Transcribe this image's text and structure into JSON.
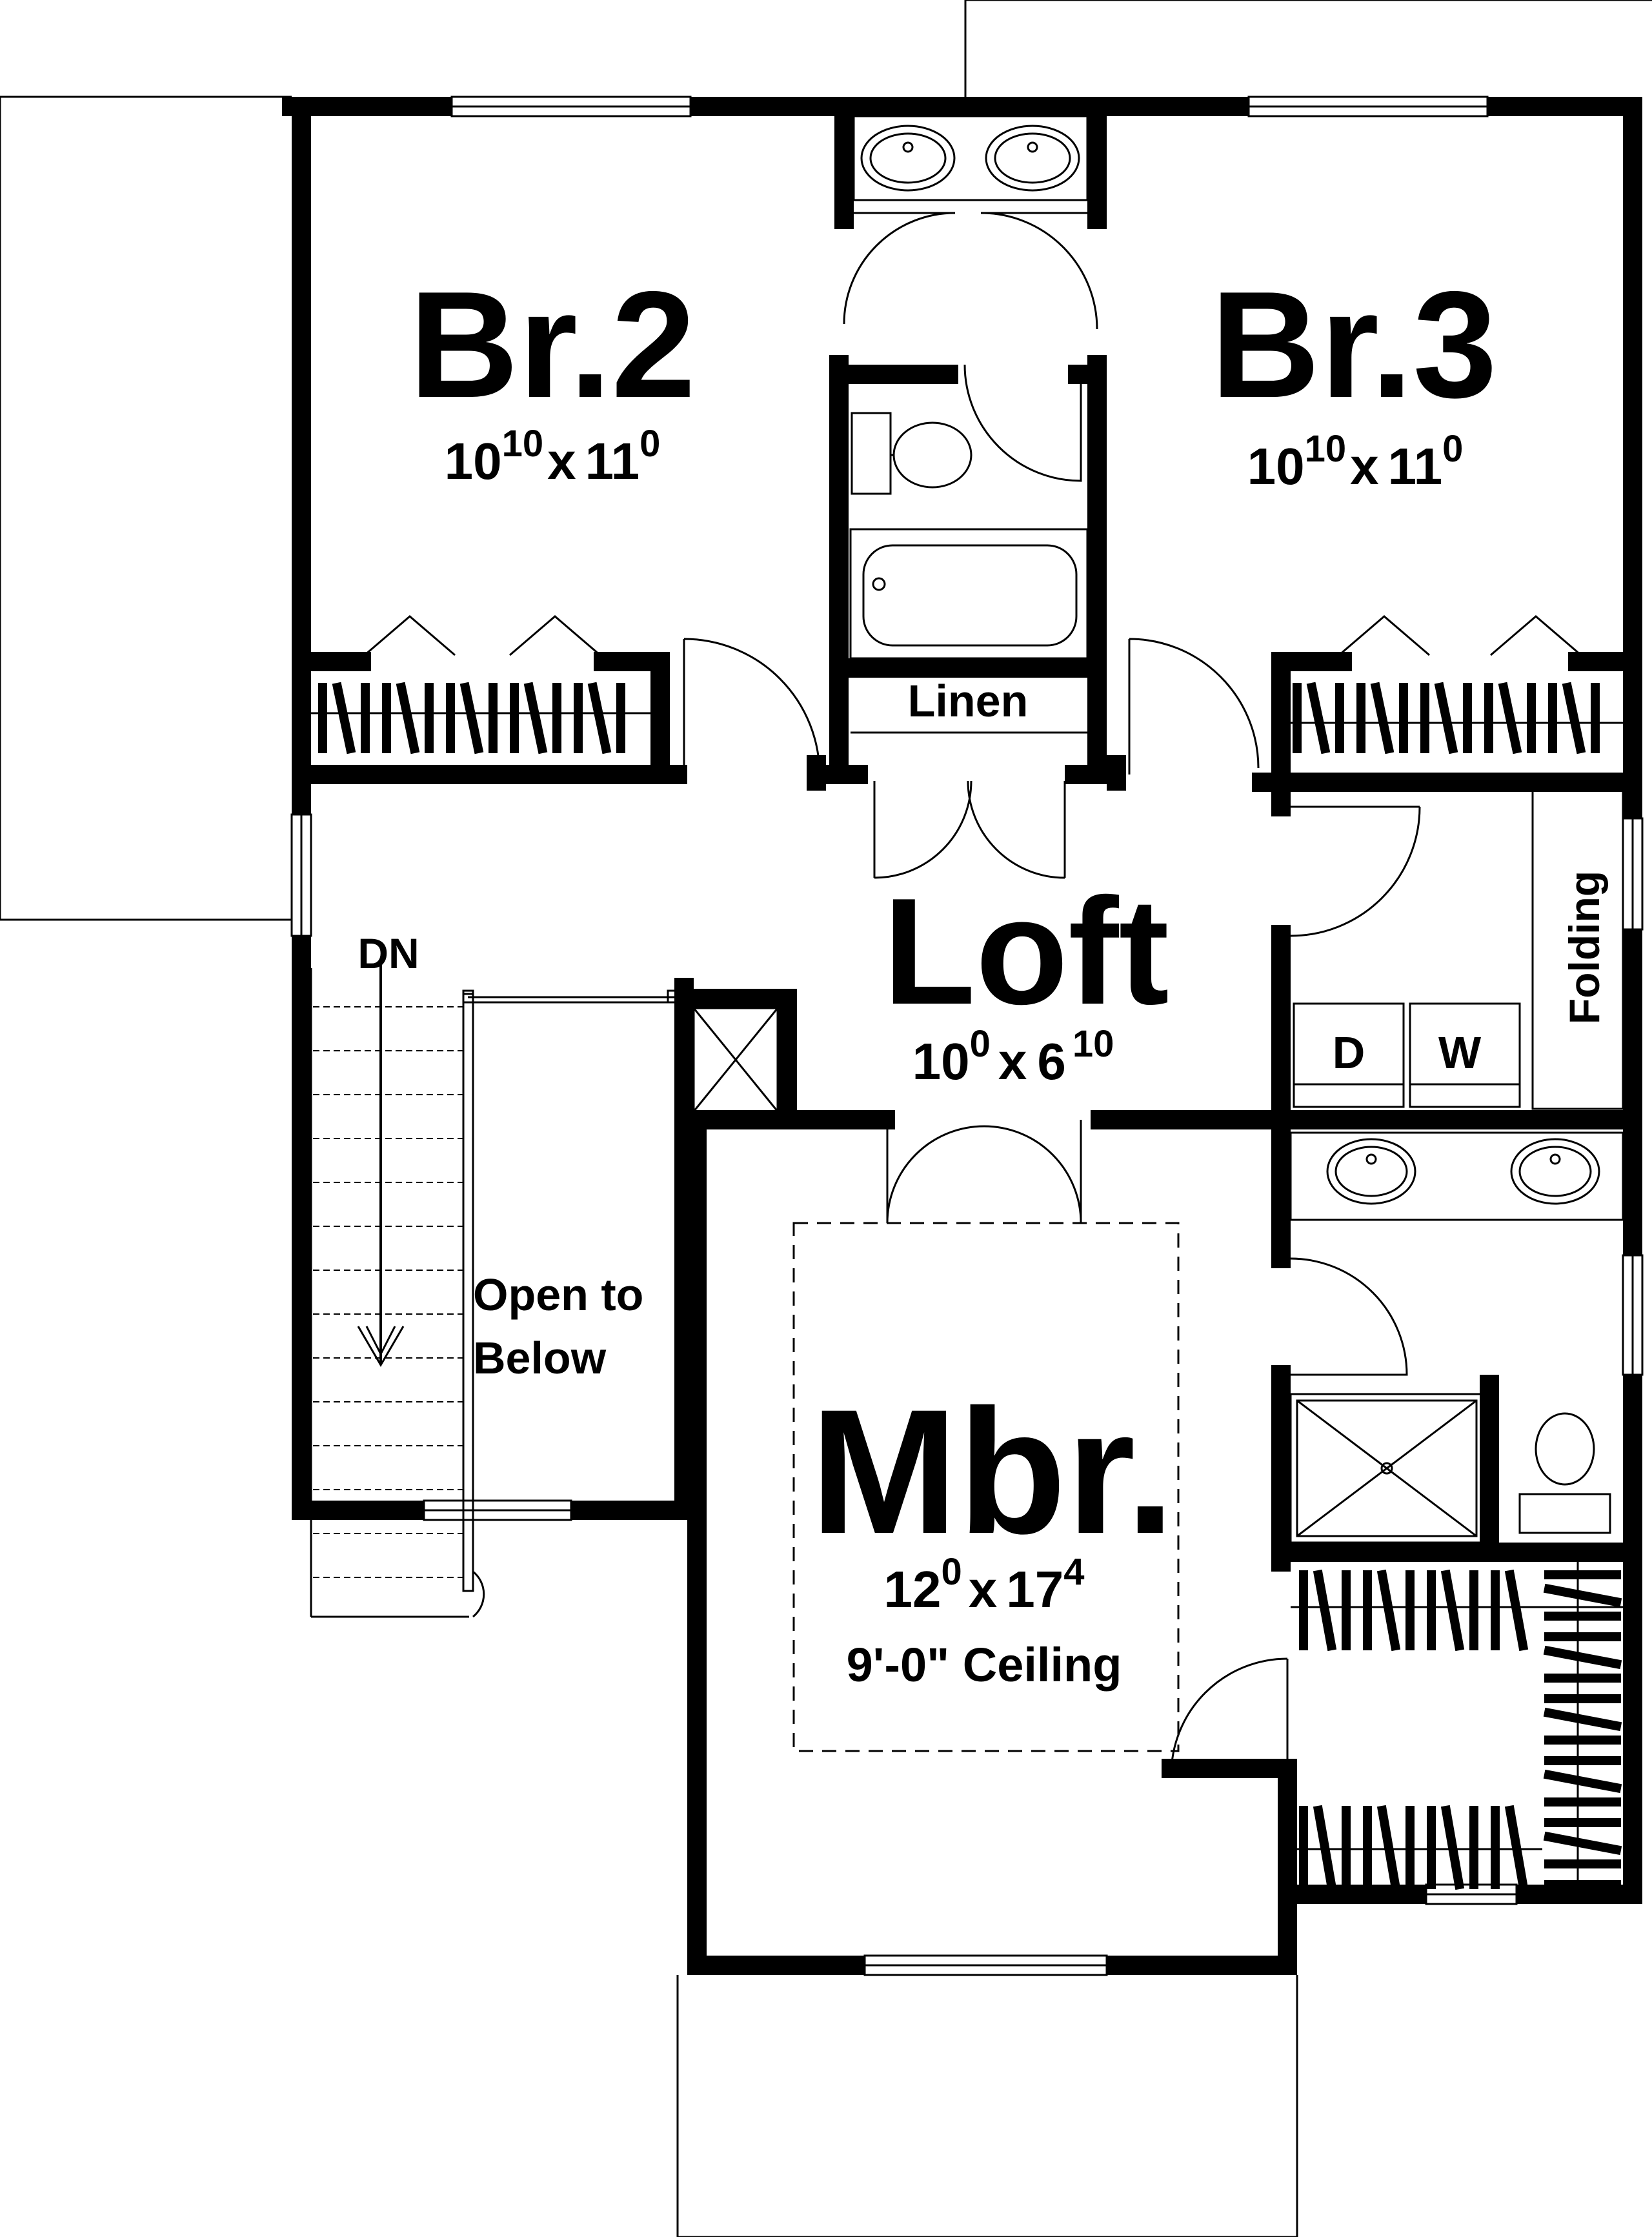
{
  "rooms": {
    "br2": {
      "name": "Br.2",
      "dim_w": "10",
      "dim_w_sup": "10",
      "dim_x": "x",
      "dim_h": "11",
      "dim_h_sup": "0"
    },
    "br3": {
      "name": "Br.3",
      "dim_w": "10",
      "dim_w_sup": "10",
      "dim_x": "x",
      "dim_h": "11",
      "dim_h_sup": "0"
    },
    "loft": {
      "name": "Loft",
      "dim_w": "10",
      "dim_w_sup": "0",
      "dim_x": "x",
      "dim_h": "6",
      "dim_h_sup": "10"
    },
    "mbr": {
      "name": "Mbr.",
      "dim_w": "12",
      "dim_w_sup": "0",
      "dim_x": "x",
      "dim_h": "17",
      "dim_h_sup": "4",
      "ceiling": "9'-0\" Ceiling"
    }
  },
  "labels": {
    "linen": "Linen",
    "folding": "Folding",
    "dryer": "D",
    "washer": "W",
    "stair_down": "DN",
    "open_to_below_line1": "Open to",
    "open_to_below_line2": "Below"
  },
  "colors": {
    "wall": "#000000",
    "background": "#ffffff",
    "fixture_line": "#000000"
  }
}
